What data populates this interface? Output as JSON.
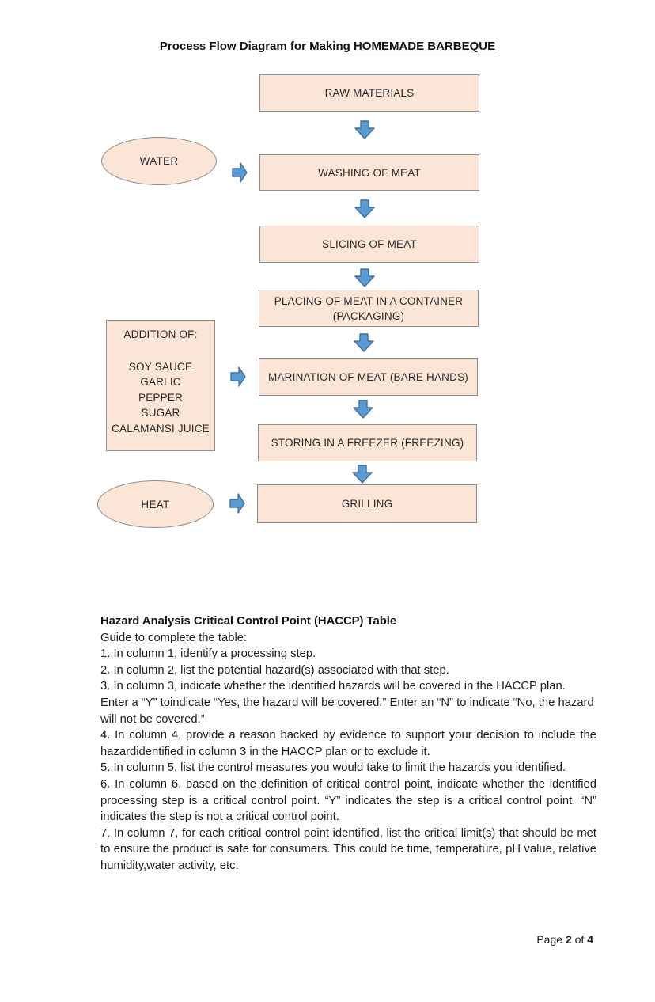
{
  "title": {
    "prefix": "Process Flow Diagram for Making ",
    "emphasis": "HOMEMADE BARBEQUE"
  },
  "colors": {
    "box_fill": "#fbe5d6",
    "box_border": "#8f8f8f",
    "arrow_fill": "#5b9bd5",
    "arrow_stroke": "#41719c"
  },
  "flowchart": {
    "steps": [
      {
        "label": "RAW MATERIALS"
      },
      {
        "label": "WASHING OF MEAT"
      },
      {
        "label": "SLICING OF MEAT"
      },
      {
        "label": "PLACING OF MEAT IN A CONTAINER",
        "sublabel": "(PACKAGING)"
      },
      {
        "label": "MARINATION OF MEAT (BARE HANDS)"
      },
      {
        "label": "STORING IN A FREEZER (FREEZING)"
      },
      {
        "label": "GRILLING"
      }
    ],
    "side_inputs": {
      "water_label": "WATER",
      "heat_label": "HEAT",
      "addition_title": "ADDITION OF:",
      "addition_items": [
        "SOY SAUCE",
        "GARLIC",
        "PEPPER",
        "SUGAR",
        "CALAMANSI JUICE"
      ]
    }
  },
  "haccp": {
    "heading": "Hazard Analysis Critical Control Point (HACCP) Table",
    "intro": "Guide to complete the table:",
    "guidelines": [
      "1. In column 1, identify a processing step.",
      "2. In column 2, list the potential hazard(s) associated with that step.",
      "3. In column 3, indicate whether the identified hazards will be covered in the HACCP plan. Enter a “Y” toindicate “Yes, the hazard will be covered.” Enter an “N” to indicate “No, the hazard will not be covered.”",
      "4. In column 4, provide a reason backed by evidence to support your decision to include the hazardidentified in column 3 in the HACCP plan or to exclude it.",
      "5. In column 5, list the control measures you would take to limit the hazards you identified.",
      "6. In column 6, based on the definition of critical control point, indicate whether the identified processing step is a critical control point. “Y” indicates the step is a critical control point. “N” indicates the step is not a critical control point.",
      "7. In column 7, for each critical control point identified, list the critical limit(s) that should be met to ensure the product is safe for consumers. This could be time, temperature, pH value, relative humidity,water activity, etc."
    ]
  },
  "footer": {
    "page_label": "Page",
    "page_number": "2",
    "of_label": "of",
    "total_pages": "4"
  }
}
